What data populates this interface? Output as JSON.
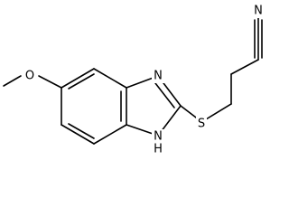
{
  "atoms": {
    "nitrile_n": "N",
    "sulfur": "S",
    "ring_nitrogen": "N",
    "nh": "N",
    "h": "H",
    "methoxy_o": "O"
  },
  "colors": {
    "bond": "#000000",
    "text": "#000000",
    "background": "#ffffff"
  }
}
